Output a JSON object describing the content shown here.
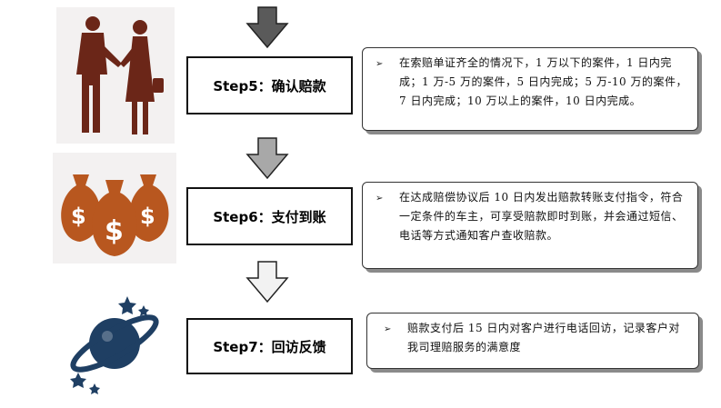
{
  "steps": [
    {
      "label": "Step5：确认赔款",
      "bullet": "➢",
      "note": "在索赔单证齐全的情况下，1 万以下的案件，1 日内完成；1 万-5 万的案件，5 日内完成；5 万-10 万的案件，7 日内完成；10 万以上的案件，10 日内完成。",
      "icon": "handshake-icon"
    },
    {
      "label": "Step6：支付到账",
      "bullet": "➢",
      "note": "在达成赔偿协议后 10 日内发出赔款转账支付指令，符合一定条件的车主，可享受赔款即时到账，并会通过短信、电话等方式通知客户查收赔款。",
      "icon": "money-bags-icon"
    },
    {
      "label": "Step7：回访反馈",
      "bullet": "➢",
      "note": "赔款支付后 15 日内对客户进行电话回访，记录客户对我司理赔服务的满意度",
      "icon": "planet-icon"
    }
  ],
  "colors": {
    "arrow_dark": "#5a5a5a",
    "arrow_mid": "#a8a8a8",
    "arrow_light": "#f2f2f2",
    "handshake": "#6b2618",
    "money": "#b8571f",
    "planet": "#1f3f63"
  }
}
